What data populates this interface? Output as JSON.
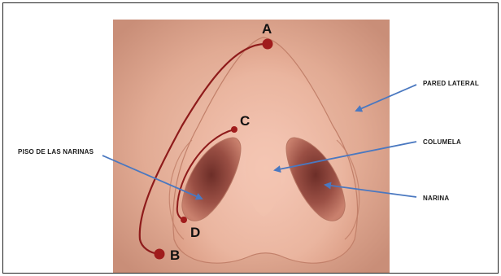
{
  "labels": {
    "pared_lateral": "PARED LATERAL",
    "columela": "COLUMELA",
    "piso_narinas": "PISO DE LAS NARINAS",
    "narina": "NARINA"
  },
  "points": {
    "a": "A",
    "b": "B",
    "c": "C",
    "d": "D"
  },
  "colors": {
    "arrow": "#4a78c0",
    "line": "#8e1b1b",
    "point": "#a01c1c",
    "skin": "#e7b7a0"
  }
}
